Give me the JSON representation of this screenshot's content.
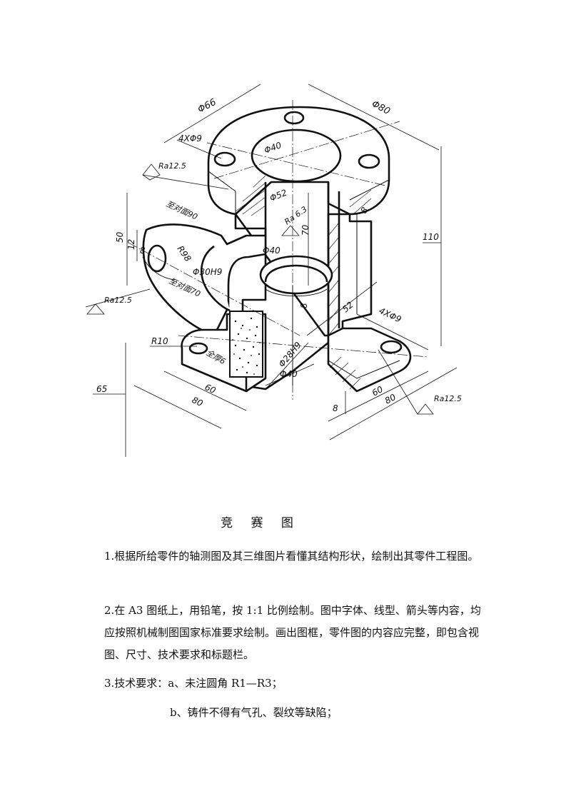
{
  "drawing": {
    "dimensions": {
      "d66": "Φ66",
      "d80": "Φ80",
      "holes_top": "4XΦ9",
      "d40_top": "Φ40",
      "ra_top": "Ra12.5",
      "d52_top": "Φ52",
      "ra63": "Ra 6.3",
      "r98": "R98",
      "sect90": "至对面90",
      "d40_mid": "Φ40",
      "d30h9": "Φ30H9",
      "sect70": "至对面70",
      "d70": "70",
      "d110": "110",
      "d50": "50",
      "d12": "12",
      "d8_left": "8",
      "d8_top": "8",
      "ra_left": "Ra12.5",
      "d52_right": "52",
      "d8_mid": "8",
      "holes_bottom": "4XΦ9",
      "r10": "R10",
      "thick6": "全厚6",
      "d28h9": "Φ28H9",
      "d40_bottom": "Φ40",
      "d65": "65",
      "d60_left": "60",
      "d80_left": "80",
      "d60_right": "60",
      "d80_right": "80",
      "d8_bottom": "8",
      "ra_right": "Ra12.5"
    }
  },
  "title": "竞 赛 图",
  "instructions": {
    "p1": "1.根据所给零件的轴测图及其三维图片看懂其结构形状，绘制出其零件工程图。",
    "p2": "2.在 A3 图纸上，用铅笔，按 1:1 比例绘制。图中字体、线型、箭头等内容，均应按照机械制图国家标准要求绘制。画出图框，零件图的内容应完整，即包含视图、尺寸、技术要求和标题栏。",
    "p3": "3.技术要求：a、未注圆角 R1—R3；",
    "p4": "b、铸件不得有气孔、裂纹等缺陷；"
  }
}
